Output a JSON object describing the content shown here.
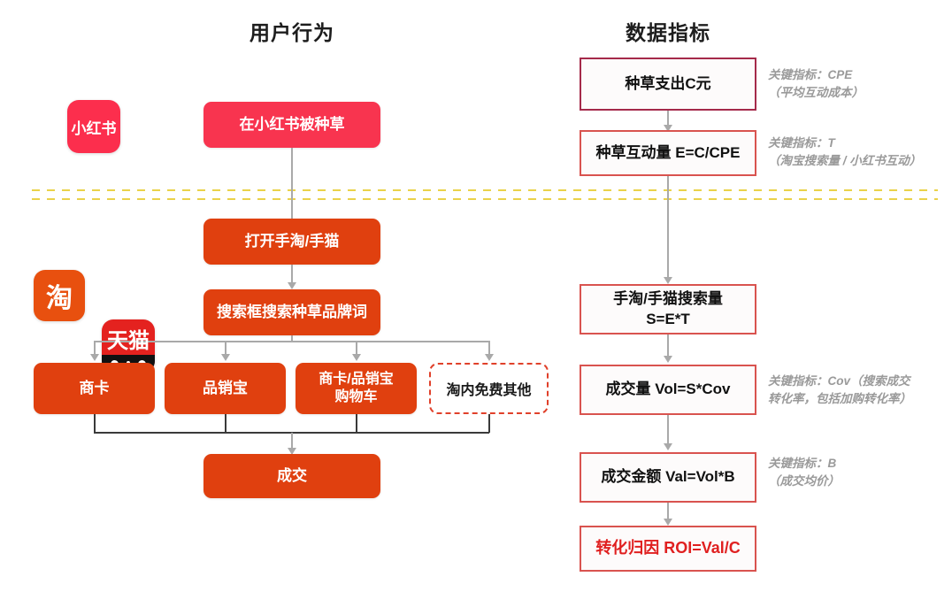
{
  "columns": {
    "left_title": "用户行为",
    "right_title": "数据指标"
  },
  "logos": [
    {
      "name": "xiaohongshu",
      "label": "小红书"
    },
    {
      "name": "taobao",
      "label": "淘"
    },
    {
      "name": "tmall",
      "label": "天猫"
    }
  ],
  "user_flow": {
    "step1": "在小红书被种草",
    "step2": "打开手淘/手猫",
    "step3": "搜索框搜索种草品牌词",
    "branches": [
      {
        "label": "商卡",
        "style": "solid"
      },
      {
        "label": "品销宝",
        "style": "solid"
      },
      {
        "label": "商卡/品销宝\n购物车",
        "style": "solid"
      },
      {
        "label": "淘内免费其他",
        "style": "dashed"
      }
    ],
    "final": "成交"
  },
  "metrics": [
    {
      "label": "种草支出C元",
      "note": "关键指标：CPE\n（平均互动成本）"
    },
    {
      "label": "种草互动量 E=C/CPE",
      "note": "关键指标：T\n（淘宝搜索量 / 小红书互动）"
    },
    {
      "label": "手淘/手猫搜索量\nS=E*T",
      "note": ""
    },
    {
      "label": "成交量 Vol=S*Cov",
      "note": "关键指标：Cov（搜索成交\n转化率，包括加购转化率）"
    },
    {
      "label": "成交金额 Val=Vol*B",
      "note": "关键指标：B\n（成交均价）"
    },
    {
      "label": "转化归因 ROI=Val/C",
      "note": ""
    }
  ],
  "colors": {
    "pink": "#f8344f",
    "orange": "#e0400f",
    "metric_border": "#d9534f",
    "metric_border_strong": "#a52a4a",
    "divider_yellow": "#ead24a",
    "note_gray": "#9a9a9a",
    "roi_red": "#e02020"
  }
}
